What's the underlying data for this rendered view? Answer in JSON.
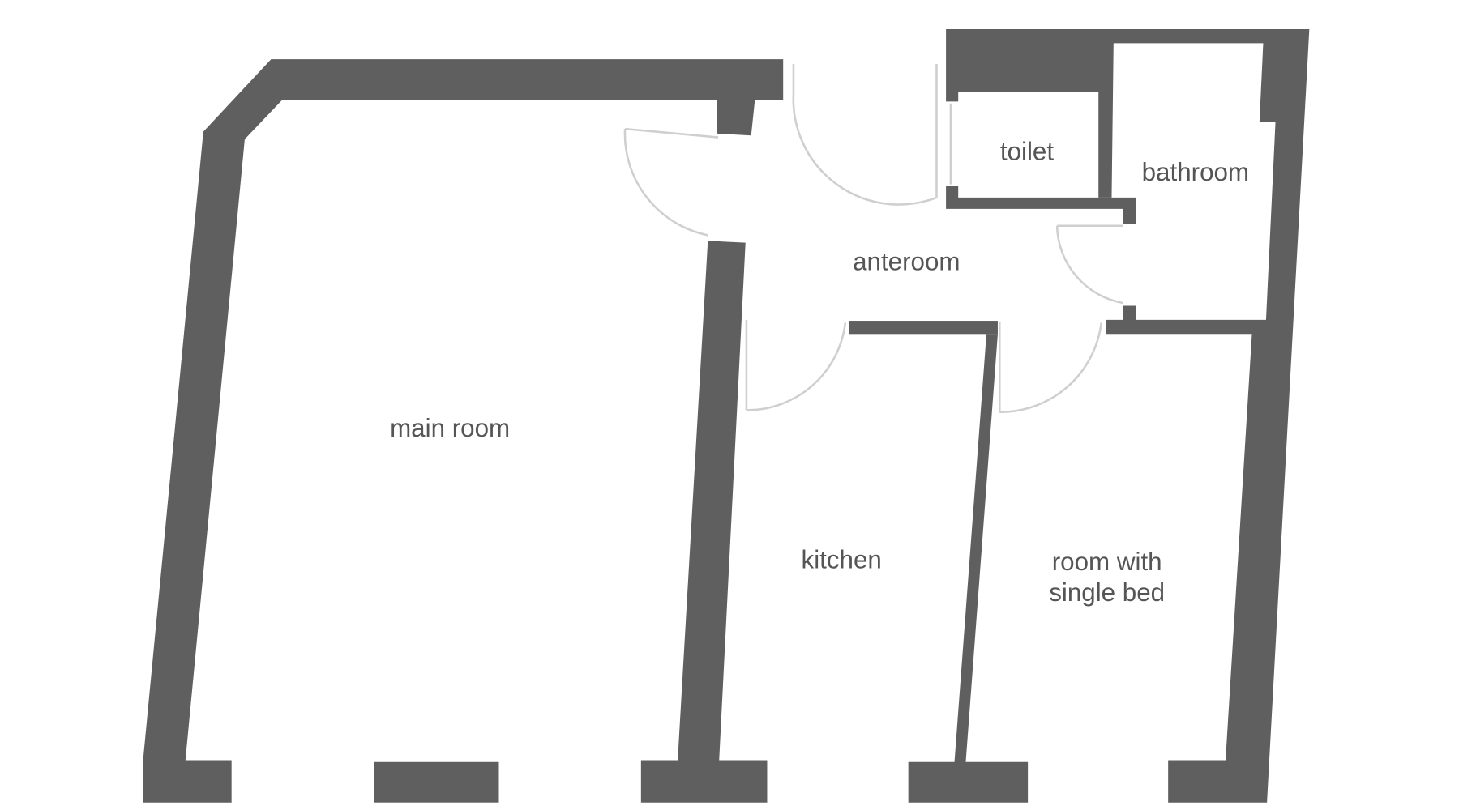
{
  "colors": {
    "wall": "#5f5f5f",
    "door": "#cfcfcf",
    "label": "#555555",
    "background": "#ffffff"
  },
  "rooms": {
    "main_room": "main room",
    "anteroom": "anteroom",
    "toilet": "toilet",
    "bathroom": "bathroom",
    "kitchen": "kitchen",
    "bedroom_line1": "room with",
    "bedroom_line2": "single bed"
  }
}
